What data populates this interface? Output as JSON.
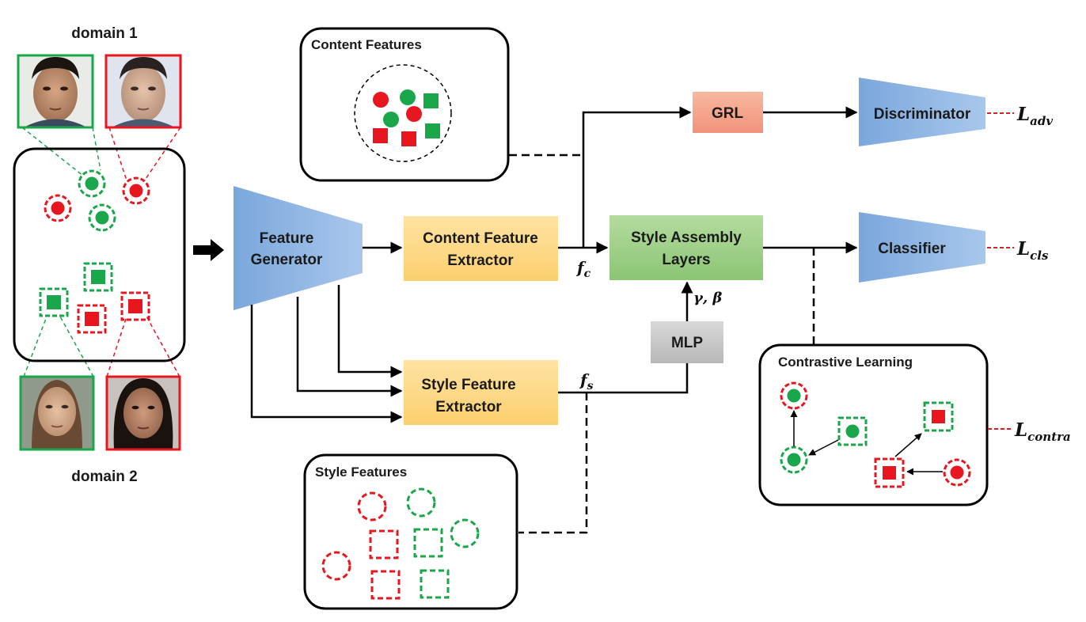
{
  "domains": {
    "domain1": "domain 1",
    "domain2": "domain 2"
  },
  "panels": {
    "content_features": "Content Features",
    "style_features": "Style Features",
    "contrastive_learning": "Contrastive Learning"
  },
  "blocks": {
    "feature_generator": [
      "Feature",
      "Generator"
    ],
    "content_extractor": [
      "Content Feature",
      "Extractor"
    ],
    "style_extractor": [
      "Style Feature",
      "Extractor"
    ],
    "style_assembly": [
      "Style Assembly",
      "Layers"
    ],
    "grl": "GRL",
    "mlp": "MLP",
    "discriminator": "Discriminator",
    "classifier": "Classifier"
  },
  "symbols": {
    "f_c": {
      "base": "f",
      "sub": "c"
    },
    "f_s": {
      "base": "f",
      "sub": "s"
    },
    "gamma_beta": "γ, β"
  },
  "losses": {
    "adv": {
      "base": "L",
      "sub": "adv"
    },
    "cls": {
      "base": "L",
      "sub": "cls"
    },
    "contra": {
      "base": "L",
      "sub": "contra"
    }
  },
  "colors": {
    "domain1_green": "#1aa64a",
    "domain2_red": "#e8161e",
    "extractor_fill": "#fdd98a",
    "assembly_fill": "#9fd08a",
    "grl_fill": "#f5a58a",
    "mlp_fill": "#c8c8c8",
    "trapezoid_blue": "#8db3e2"
  },
  "icons": [
    "face-photo-icon",
    "circle-marker-icon",
    "square-marker-icon",
    "arrow-icon"
  ]
}
